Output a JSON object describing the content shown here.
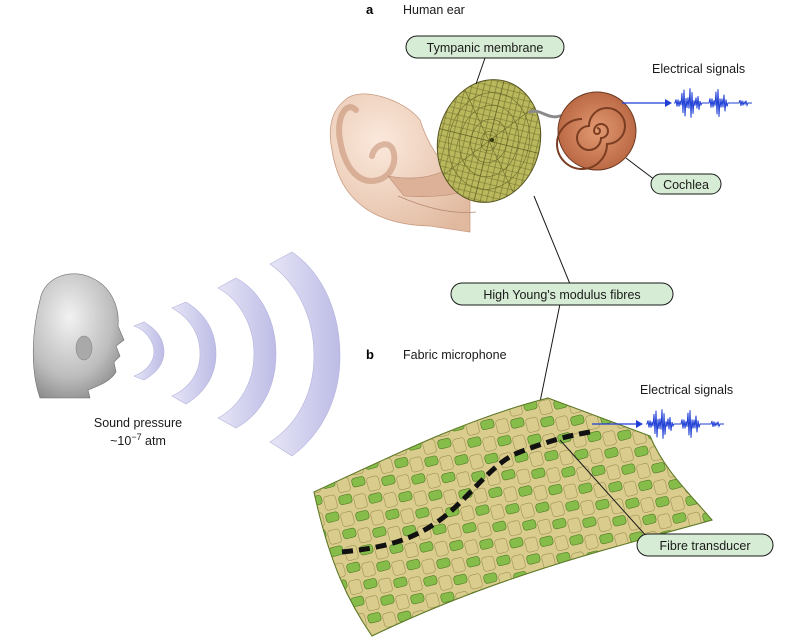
{
  "panel_a": {
    "letter": "a",
    "title": "Human ear"
  },
  "panel_b": {
    "letter": "b",
    "title": "Fabric microphone"
  },
  "labels": {
    "tympanic_membrane": "Tympanic membrane",
    "cochlea": "Cochlea",
    "high_youngs_modulus_fibres": "High Young's modulus fibres",
    "fibre_transducer": "Fibre transducer",
    "electrical_signals_a": "Electrical signals",
    "electrical_signals_b": "Electrical signals"
  },
  "sound": {
    "line1": "Sound pressure",
    "line2_prefix": "~10",
    "line2_exp": "−7",
    "line2_unit": " atm"
  },
  "colors": {
    "pill_fill": "#d7ecd5",
    "signal_blue": "#1f3fd6",
    "wave_lavender": "#c9c8ea",
    "fabric_green": "#86bd4a",
    "fabric_tan": "#d9cc8c",
    "membrane": "#b7b75a",
    "cochlea": "#c9805b",
    "skin": "#efd5c3"
  }
}
